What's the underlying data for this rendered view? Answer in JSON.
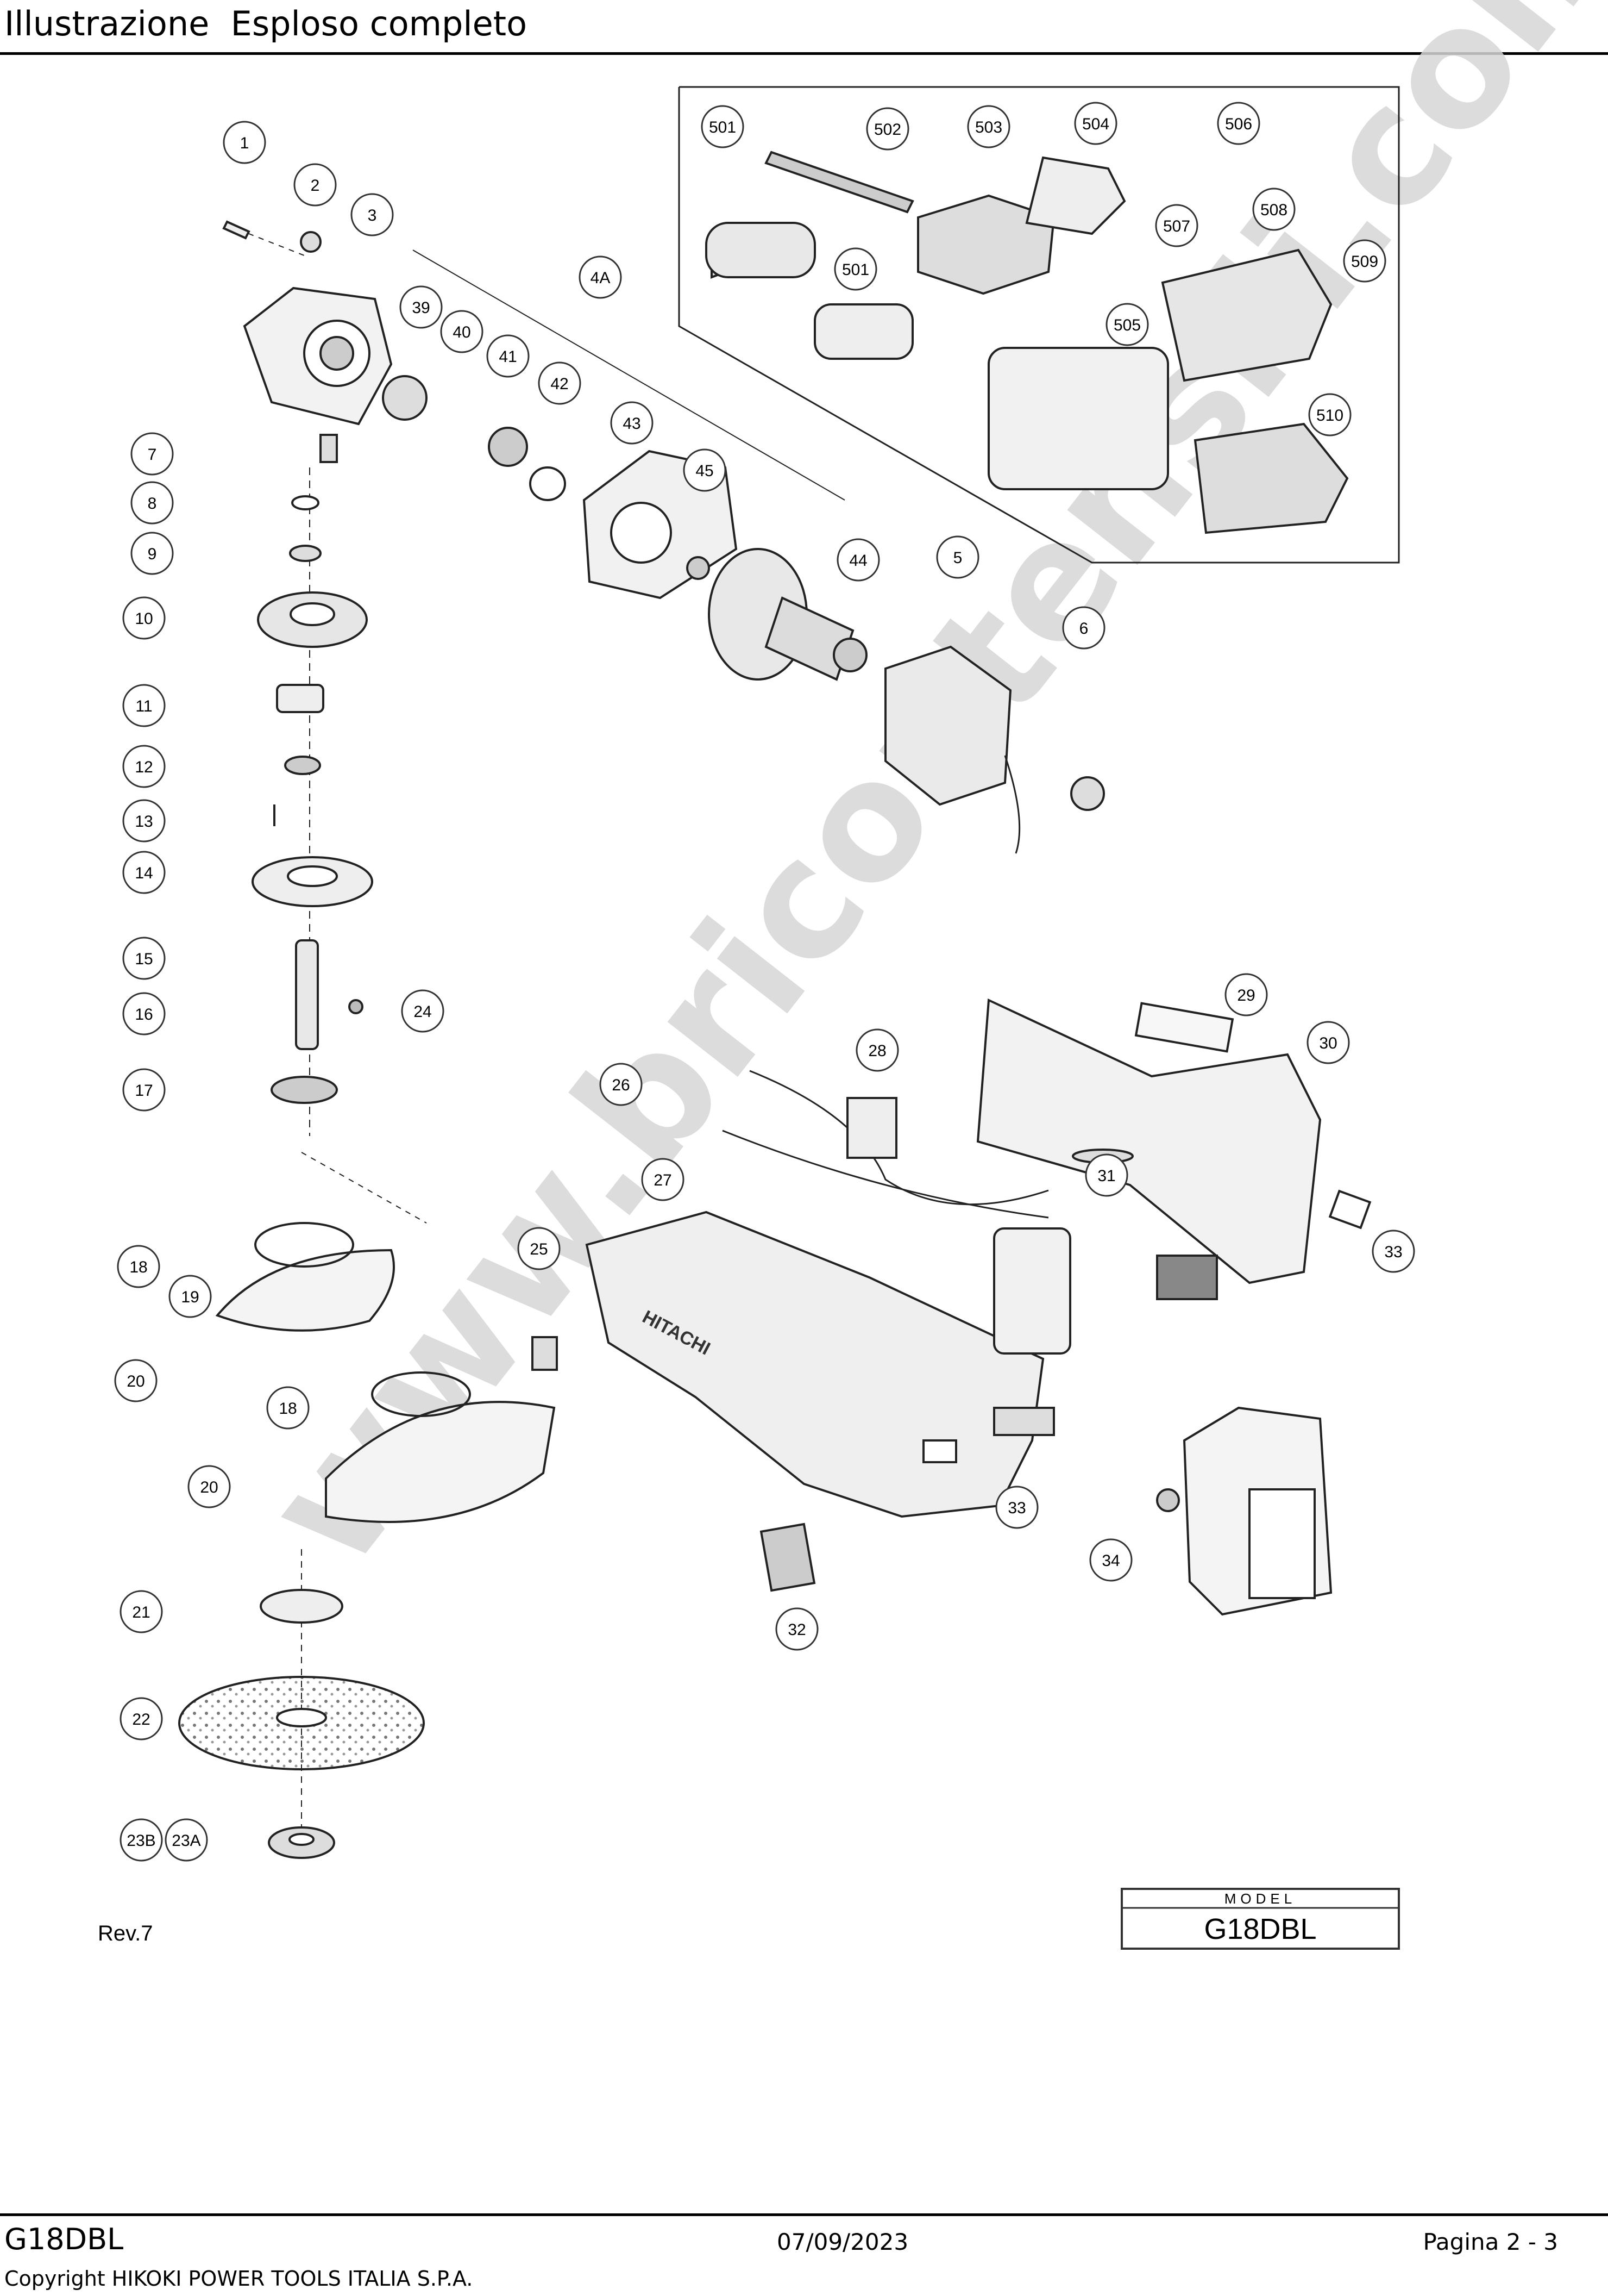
{
  "header": {
    "title": "Illustrazione  Esploso completo"
  },
  "watermark": "www.bricoutensili.com",
  "rev": "Rev.7",
  "model_box": {
    "label": "MODEL",
    "value": "G18DBL"
  },
  "brand_on_tool": "HITACHI",
  "footer": {
    "model": "G18DBL",
    "date": "07/09/2023",
    "page": "Pagina 2 - 3",
    "copyright": "Copyright HIKOKI POWER TOOLS ITALIA S.P.A."
  },
  "parts": [
    "1",
    "2",
    "3",
    "39",
    "40",
    "41",
    "42",
    "4A",
    "43",
    "45",
    "44",
    "5",
    "6",
    "7",
    "8",
    "9",
    "10",
    "11",
    "12",
    "13",
    "14",
    "15",
    "16",
    "24",
    "17",
    "18",
    "19",
    "20",
    "18",
    "20",
    "21",
    "22",
    "23B",
    "23A",
    "25",
    "26",
    "27",
    "28",
    "29",
    "30",
    "31",
    "33",
    "33",
    "32",
    "34",
    "501",
    "502",
    "503",
    "504",
    "506",
    "507",
    "508",
    "509",
    "501",
    "505",
    "510"
  ]
}
